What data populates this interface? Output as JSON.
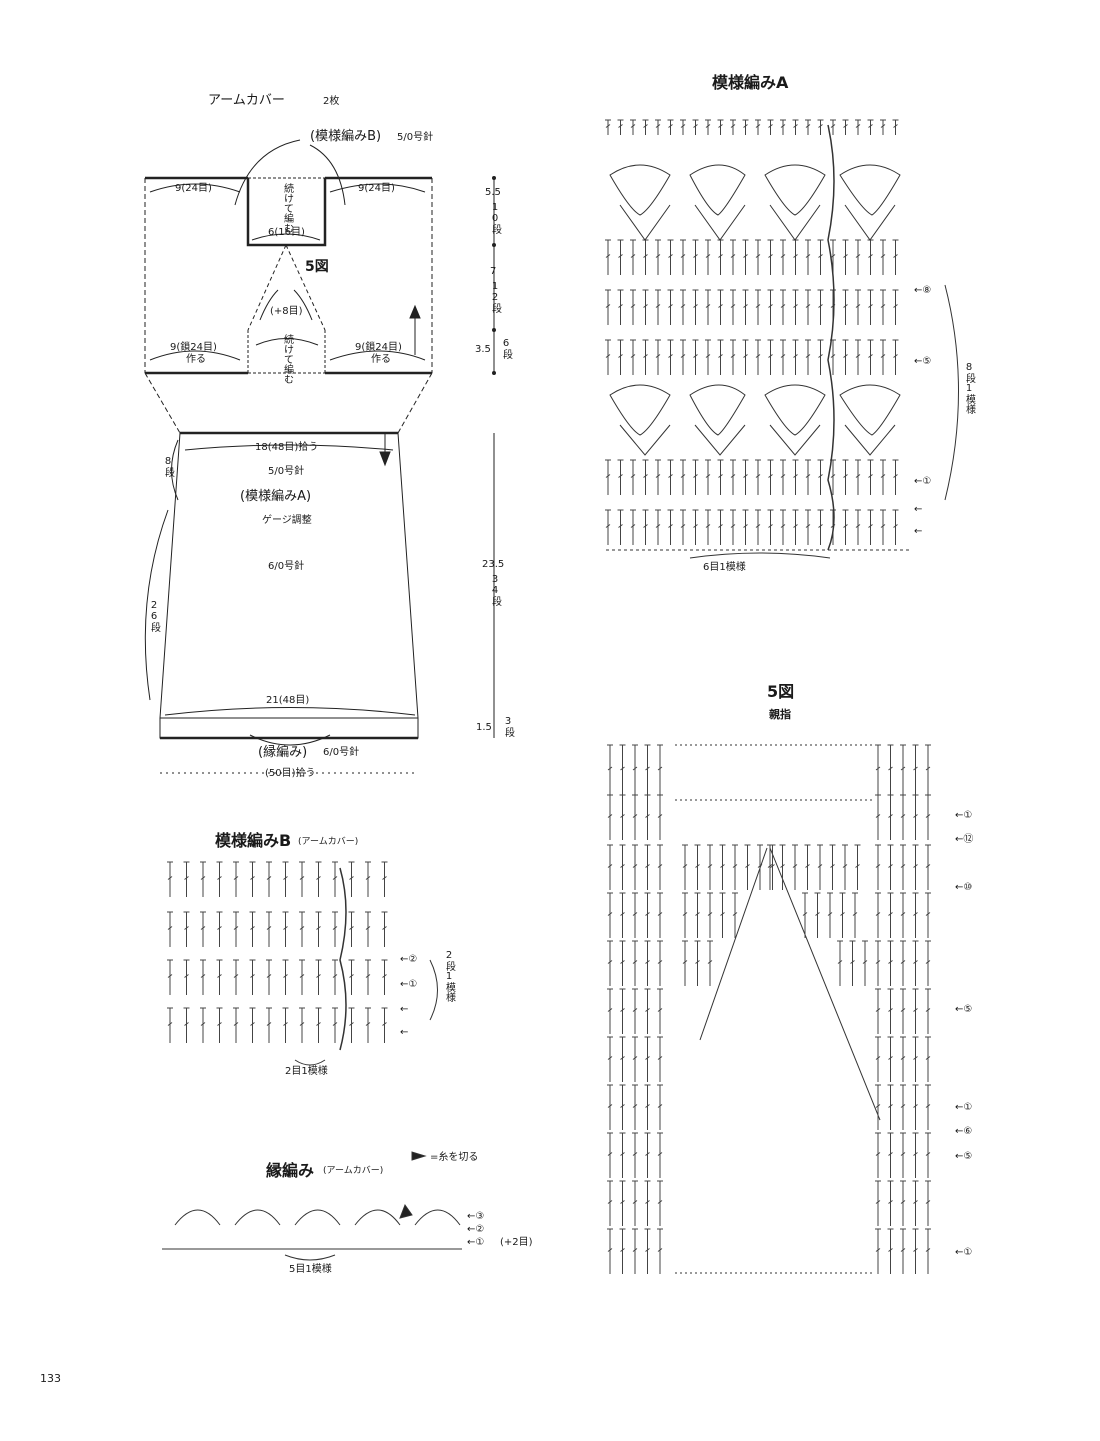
{
  "page_number": "133",
  "armcover": {
    "title": "アームカバー",
    "count": "2枚",
    "pattern_b_label": "(模様編みB)",
    "needle_5": "5/0号針",
    "top_left": "9(24目)",
    "top_right": "9(24目)",
    "continue_top": "続けて編む",
    "thumb_top": "6(16目)",
    "figure_ref": "5図",
    "plus8": "(+8目)",
    "continue_bottom": "続けて編む",
    "bottom_left": "9(鎖24目)",
    "bottom_left_sub": "作る",
    "bottom_right": "9(鎖24目)",
    "bottom_right_sub": "作る",
    "pick_top": "18(48目)拾う",
    "needle_5b": "5/0号針",
    "pattern_a_label": "(模様編みA)",
    "gauge": "ゲージ調整",
    "needle_6": "6/0号針",
    "bottom_width": "21(48目)",
    "edge_label": "(縁編み)",
    "needle_6b": "6/0号針",
    "pick_bottom": "(50目)拾う",
    "rows_8": "8段",
    "rows_26": "26段",
    "dim_55": "5.5",
    "dim_55_rows": "10段",
    "dim_7": "7",
    "dim_7_rows": "12段",
    "dim_35": "3.5",
    "dim_35_rows": "6段",
    "dim_235": "23.5",
    "dim_235_rows": "34段",
    "dim_15": "1.5",
    "dim_15_rows": "3段"
  },
  "pattern_a": {
    "title": "模様編みA",
    "repeat": "6目1模様",
    "row_repeat": "8段1模様",
    "marker_8": "←⑧",
    "marker_5": "←⑤",
    "marker_1": "←①",
    "arrow": "←"
  },
  "figure5": {
    "title": "5図",
    "subtitle": "親指",
    "markers": [
      "←①",
      "←⑫",
      "←⑩",
      "←⑤",
      "←①",
      "←⑥",
      "←⑤",
      "←①"
    ]
  },
  "pattern_b": {
    "title": "模様編みB",
    "subtitle": "(アームカバー)",
    "repeat": "2目1模様",
    "row_repeat": "2段1模様",
    "marker_2": "←②",
    "marker_1": "←①",
    "arrow": "←"
  },
  "edging": {
    "title": "縁編み",
    "subtitle": "(アームカバー)",
    "legend": "=糸を切る",
    "repeat": "5目1模様",
    "marker_3": "←③",
    "marker_2": "←②",
    "marker_1": "←①",
    "plus2": "(+2目)"
  }
}
